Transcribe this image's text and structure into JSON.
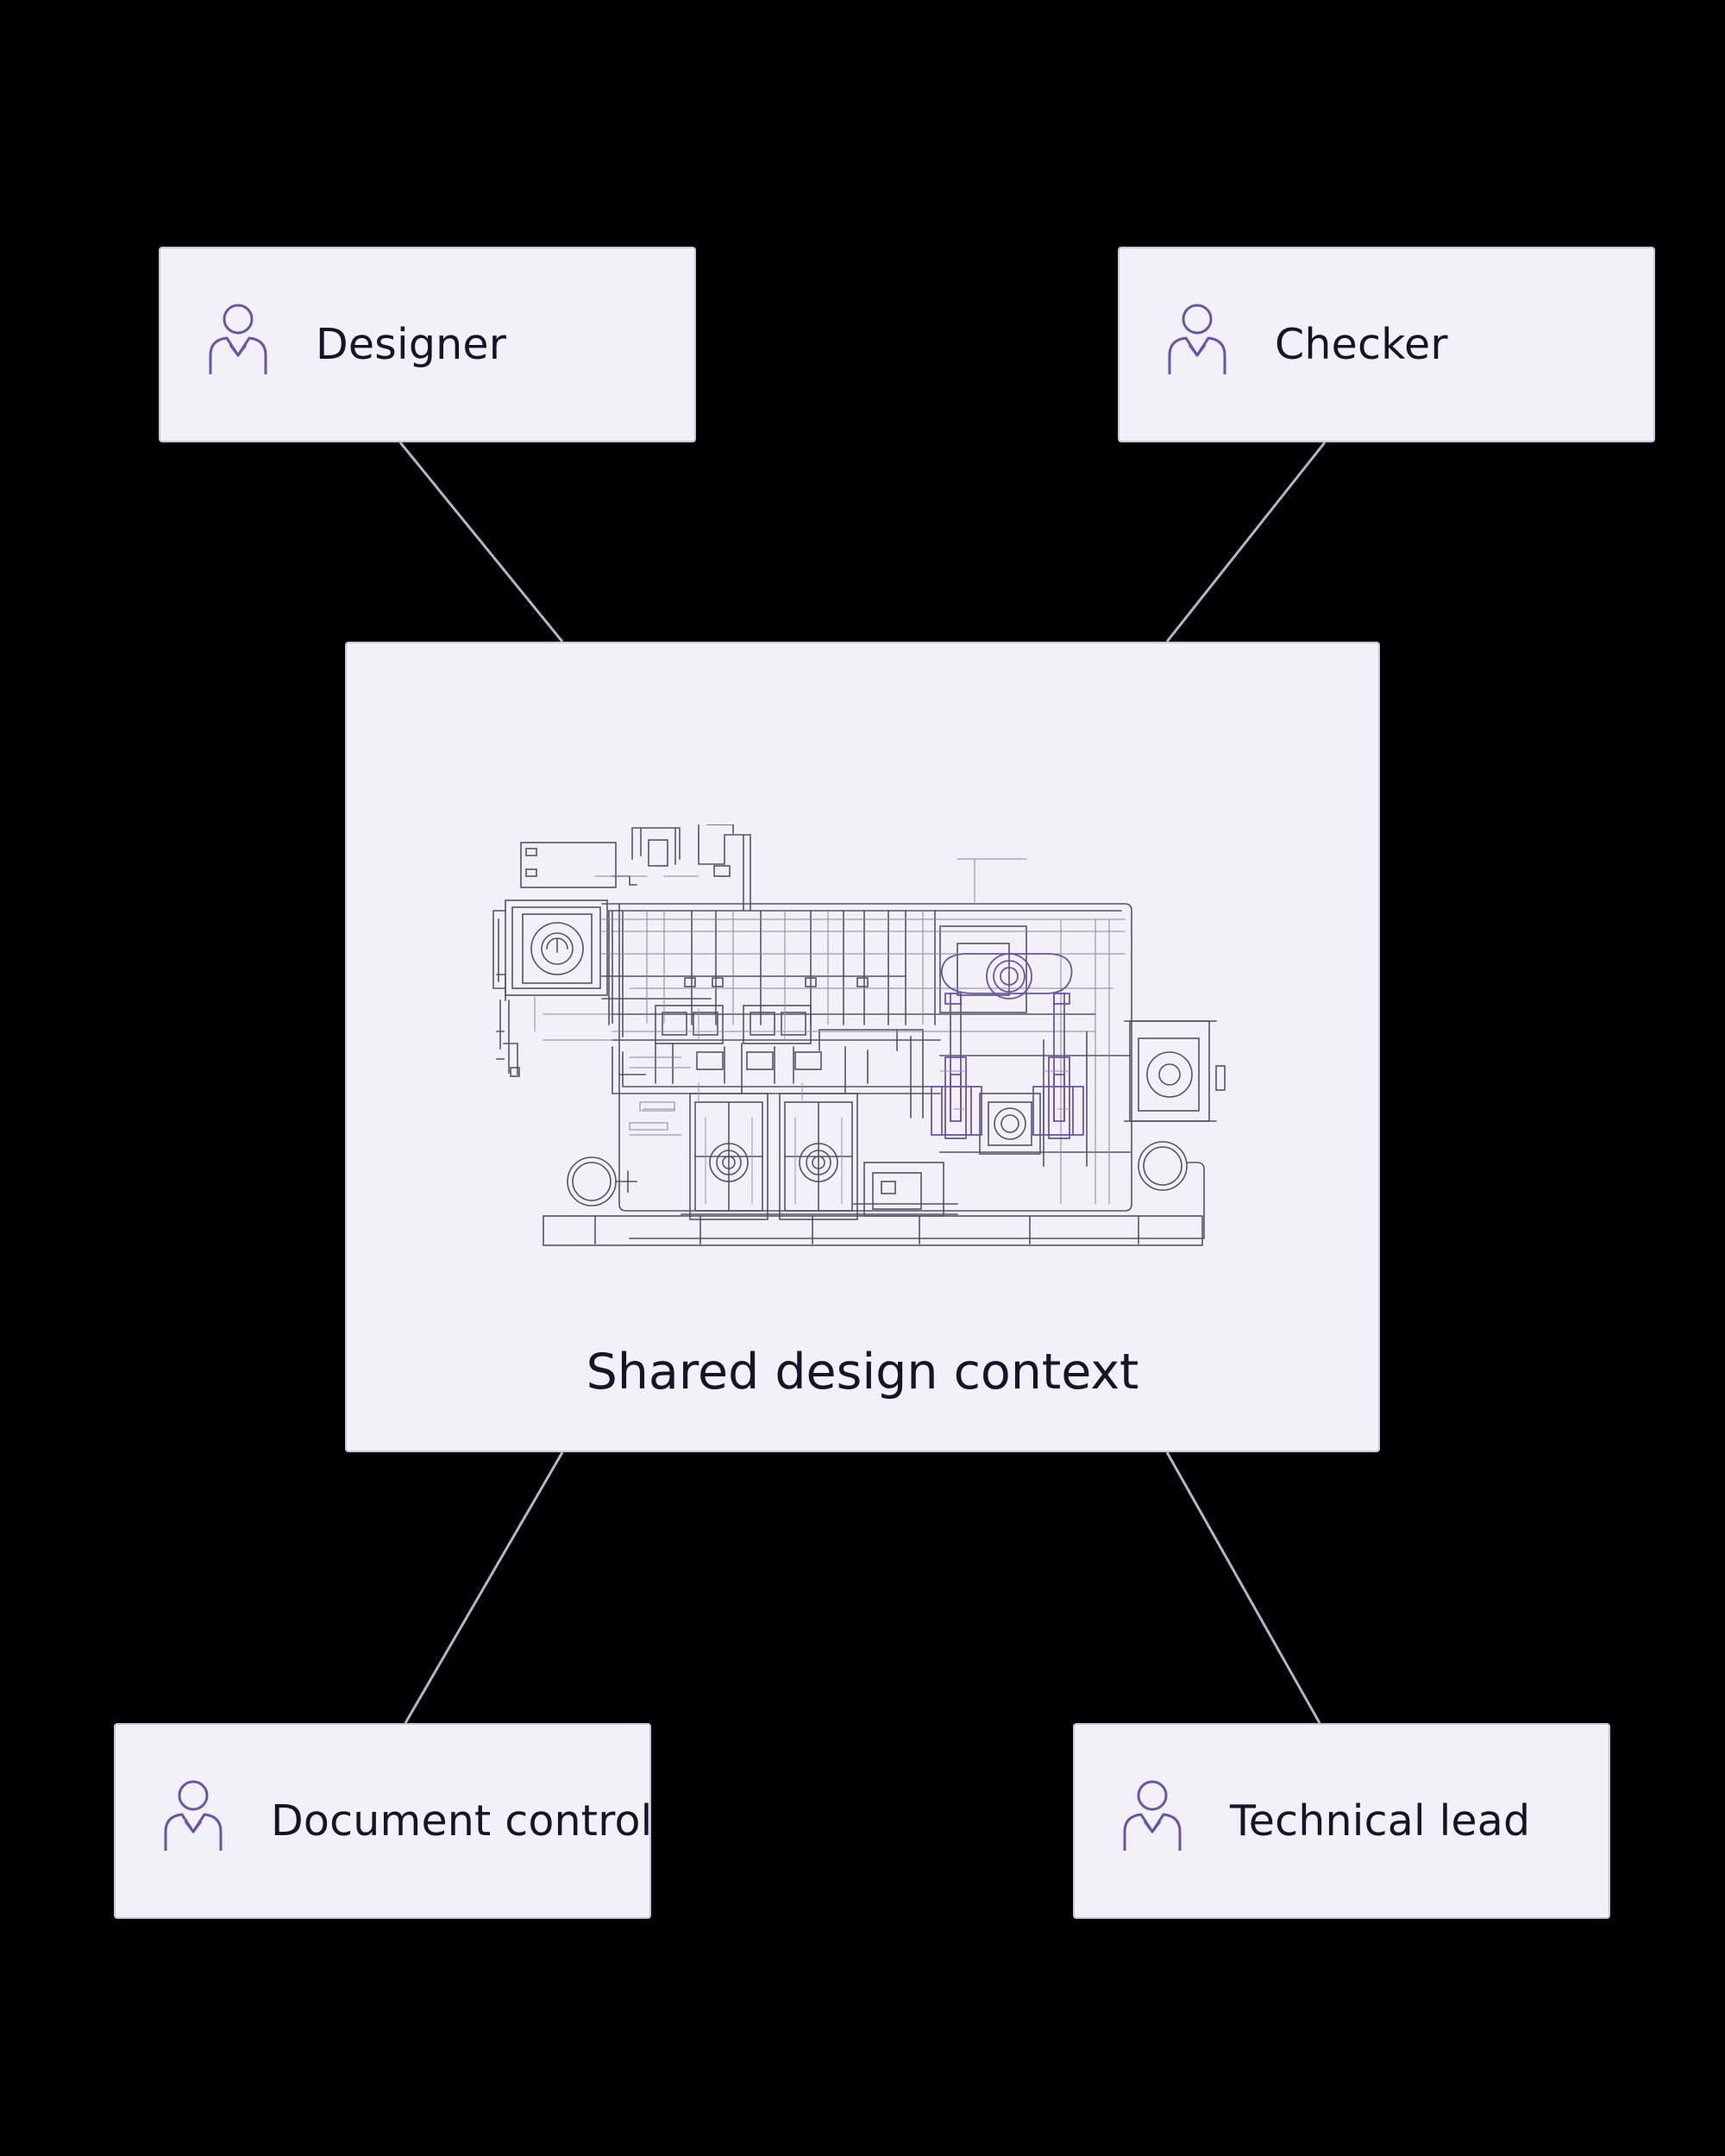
{
  "nodes": {
    "designer": {
      "label": "Designer",
      "icon": "person-icon"
    },
    "checker": {
      "label": "Checker",
      "icon": "person-icon"
    },
    "document_control": {
      "label": "Document control",
      "icon": "person-icon"
    },
    "technical_lead": {
      "label": "Technical lead",
      "icon": "person-icon"
    }
  },
  "center": {
    "label": "Shared design context",
    "image": "engineering-drawing-illustration"
  },
  "colors": {
    "background": "#000000",
    "card": "#f3f1f8",
    "card_border": "#c9c4d8",
    "accent": "#6b54a8",
    "text": "#16132a",
    "connector": "#b8b2cc"
  }
}
